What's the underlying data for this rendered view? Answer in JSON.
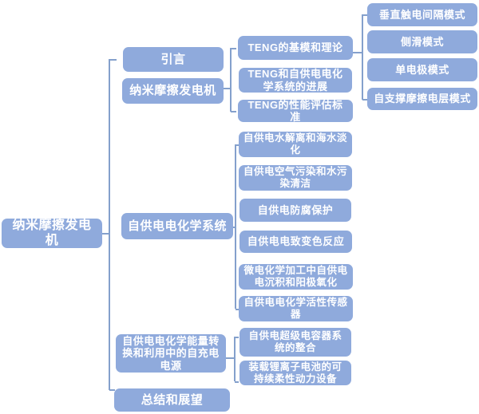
{
  "diagram": {
    "type": "mindmap-hierarchy",
    "colors": {
      "node_fill": "#8FAADC",
      "node_text": "#FFFFFF",
      "connector": "#84A0CC",
      "background": "#FFFFFF"
    },
    "tree": {
      "label": "纳米摩擦发电机",
      "children": [
        {
          "label": "引言"
        },
        {
          "label": "纳米摩擦发电机",
          "children": [
            {
              "label": "TENG的基模和理论",
              "children": [
                {
                  "label": "垂直触电间隔模式"
                },
                {
                  "label": "侧滑模式"
                },
                {
                  "label": "单电极模式"
                },
                {
                  "label": "自支撑摩擦电层模式"
                }
              ]
            },
            {
              "label": "TENG和自供电电化学系统的进展"
            },
            {
              "label": "TENG的性能评估标准"
            }
          ]
        },
        {
          "label": "自供电电化学系统",
          "children": [
            {
              "label": "自供电水解离和海水淡化"
            },
            {
              "label": "自供电空气污染和水污染清洁"
            },
            {
              "label": "自供电防腐保护"
            },
            {
              "label": "自供电电致变色反应"
            },
            {
              "label": "微电化学加工中自供电电沉积和阳极氧化"
            },
            {
              "label": "自供电电化学活性传感器"
            }
          ]
        },
        {
          "label": "自供电电化学能量转换和利用中的自充电电源",
          "children": [
            {
              "label": "自供电超级电容器系统的整合"
            },
            {
              "label": "装载锂离子电池的可持续柔性动力设备"
            }
          ]
        },
        {
          "label": "总结和展望"
        }
      ]
    }
  }
}
